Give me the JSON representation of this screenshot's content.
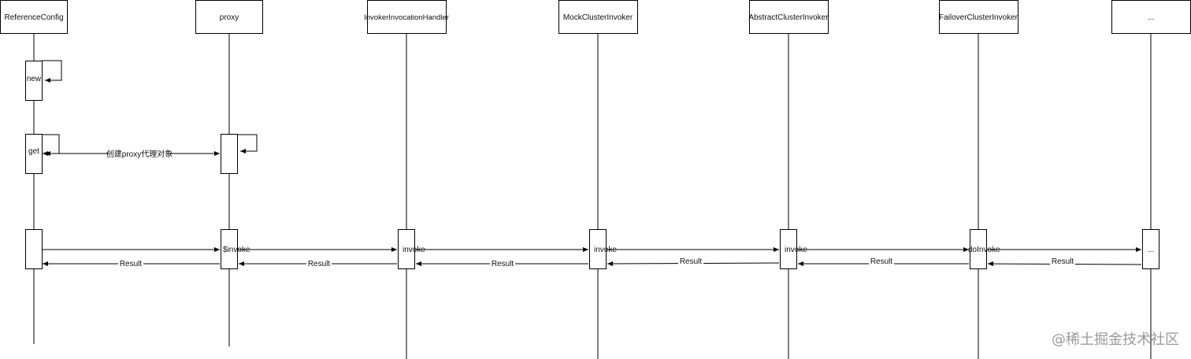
{
  "participants": [
    {
      "name": "ReferenceConfig"
    },
    {
      "name": "proxy"
    },
    {
      "name": "InvokerInvocationHandler"
    },
    {
      "name": "MockClusterInvoker"
    },
    {
      "name": "AbstractClusterInvoker"
    },
    {
      "name": "FailoverClusterInvoker"
    },
    {
      "name": "..."
    }
  ],
  "activations": {
    "new": "new",
    "get": "get",
    "invoke_labels": [
      "$invoke",
      "invoke",
      "invoke",
      "invoke",
      "doInvoke",
      "..."
    ]
  },
  "messages": {
    "create_proxy": "创建proxy代理对象",
    "result_labels": [
      "Result",
      "Result",
      "Result",
      "Result",
      "Result",
      "Result"
    ]
  },
  "watermark": "@稀土掘金技术社区",
  "colors": {
    "line": "#000000",
    "text": "#111111",
    "watermark": "#9a9a9a"
  }
}
